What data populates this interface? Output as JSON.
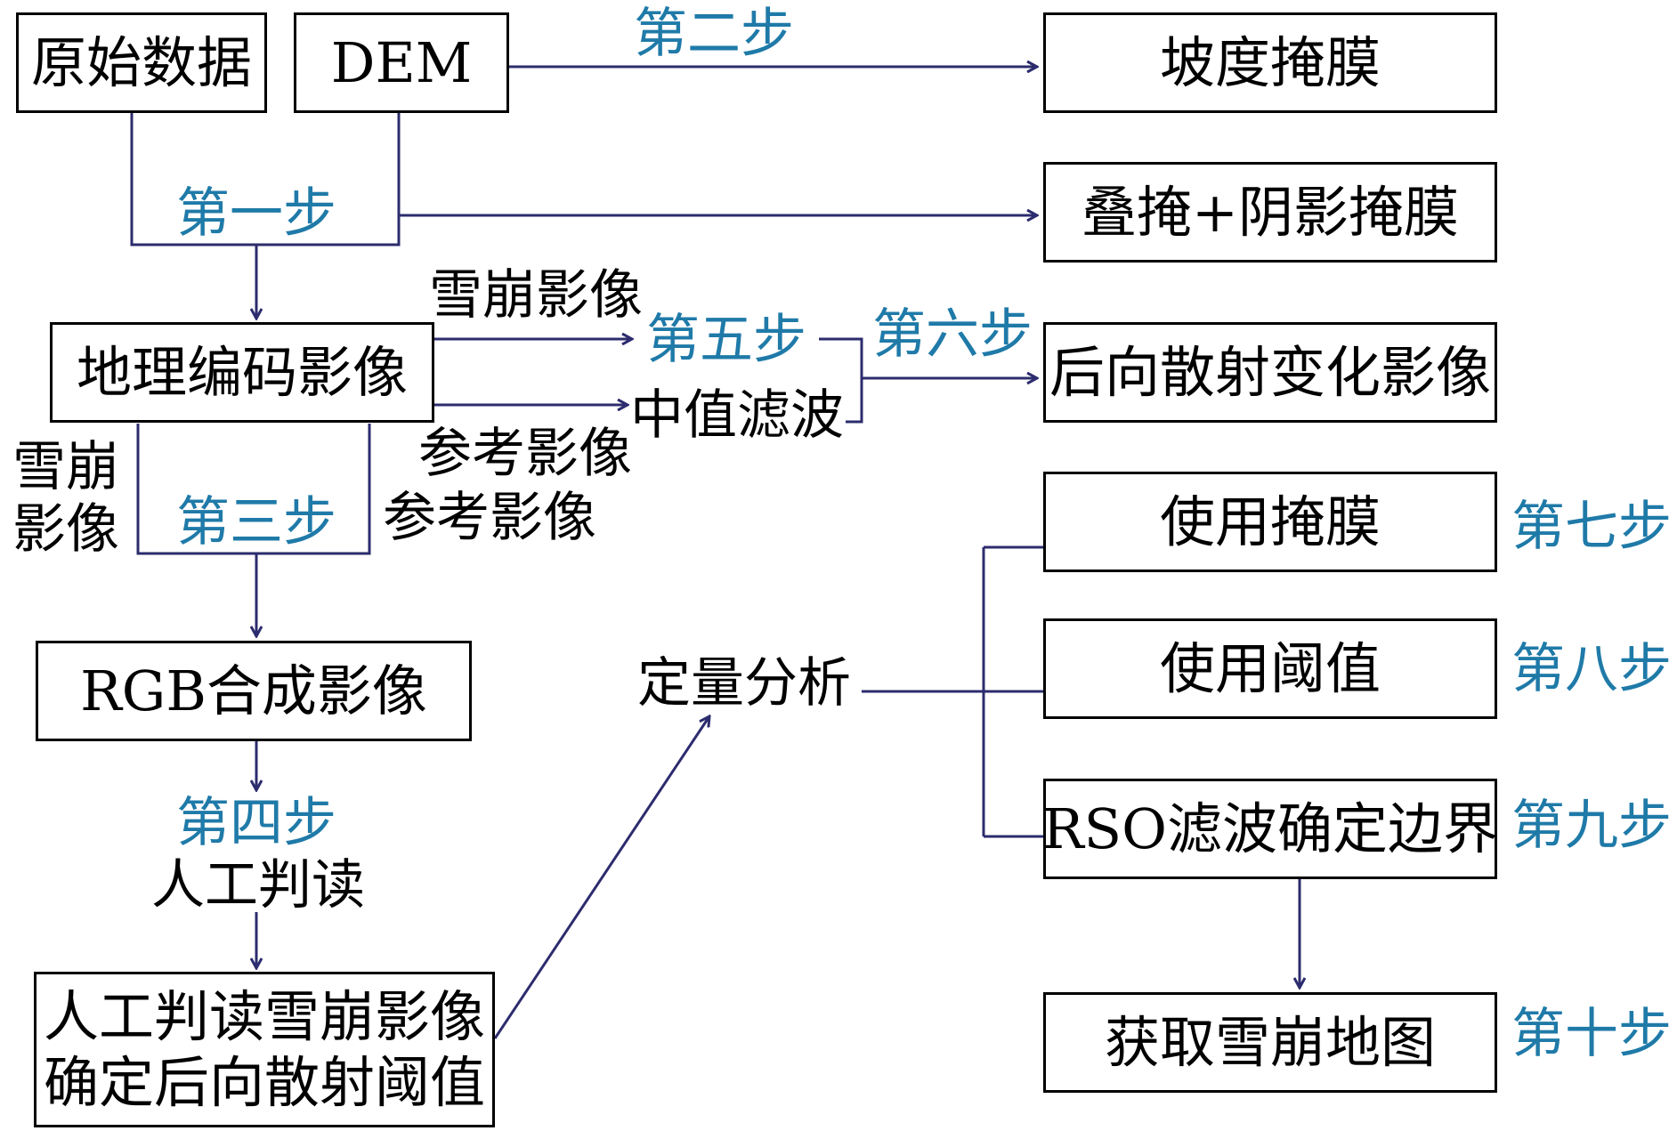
{
  "boxes": {
    "raw_data": "原始数据",
    "dem": "DEM",
    "slope_mask": "坡度掩膜",
    "layover_shadow_mask": "叠掩+阴影掩膜",
    "geocoded_image": "地理编码影像",
    "backscatter_change": "后向散射变化影像",
    "use_mask": "使用掩膜",
    "use_threshold": "使用阈值",
    "rso_filter": "RSO滤波确定边界",
    "rgb_composite": "RGB合成影像",
    "manual_result_line1": "人工判读雪崩影像",
    "manual_result_line2": "确定后向散射阈值",
    "avalanche_map": "获取雪崩地图"
  },
  "steps": {
    "s1": "第一步",
    "s2": "第二步",
    "s3": "第三步",
    "s4": "第四步",
    "s5": "第五步",
    "s6": "第六步",
    "s7": "第七步",
    "s8": "第八步",
    "s9": "第九步",
    "s10": "第十步"
  },
  "labels": {
    "avalanche_image_top": "雪崩影像",
    "reference_image_top": "参考影像",
    "avalanche_left_line1": "雪崩",
    "avalanche_left_line2": "影像",
    "reference_image_mid": "参考影像",
    "median_filter": "中值滤波",
    "manual_interpretation": "人工判读",
    "quantitative_analysis": "定量分析"
  },
  "colors": {
    "step_text": "#1f7aa8",
    "connector": "#2c2c6e",
    "box_border": "#000000"
  }
}
